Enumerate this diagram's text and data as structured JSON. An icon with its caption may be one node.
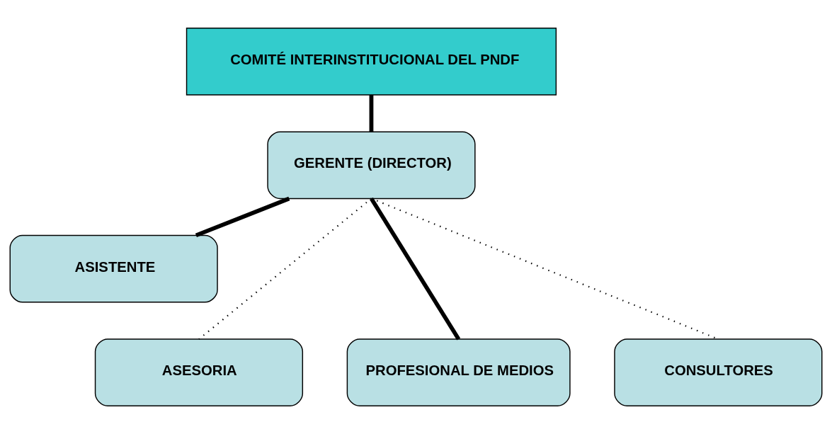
{
  "diagram": {
    "nodes": [
      {
        "text": [
          "COMITÉ INTERINSTITUCIONAL DEL PNDF"
        ]
      },
      {
        "text": [
          "GERENTE (DIRECTOR)"
        ]
      },
      {
        "text": [
          "ASISTENTE"
        ]
      },
      {
        "text": [
          "ASESORIA"
        ]
      },
      {
        "text": [
          "PROFESIONAL DE MEDIOS"
        ]
      },
      {
        "text": [
          "CONSULTORES"
        ]
      }
    ],
    "edges": [
      {
        "from": 0,
        "to": 1,
        "arrow": "none"
      },
      {
        "from": 1,
        "to": 2,
        "arrow": "none"
      },
      {
        "from": 1,
        "to": 3,
        "arrow": "none",
        "style": "dashed"
      },
      {
        "from": 1,
        "to": 4,
        "arrow": "none"
      },
      {
        "from": 1,
        "to": 5,
        "arrow": "none",
        "style": "dashed"
      }
    ]
  }
}
